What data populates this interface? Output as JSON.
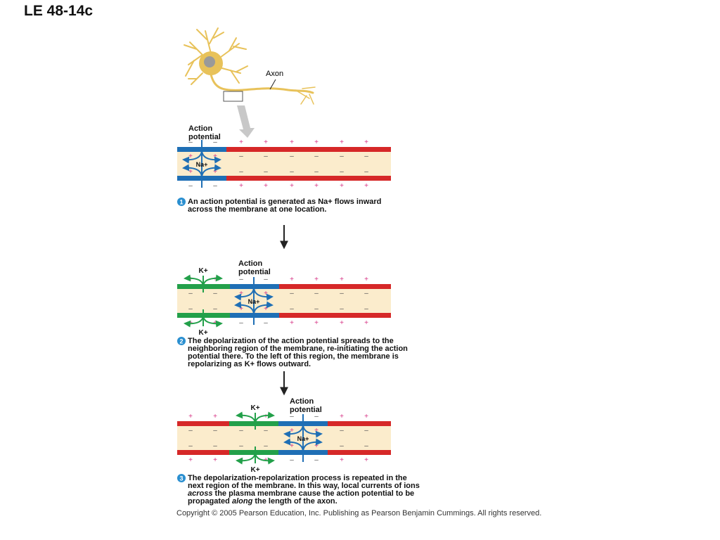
{
  "page_title": "LE 48-14c",
  "neuron_label": "Axon",
  "labels": {
    "action_potential_line1": "Action",
    "action_potential_line2": "potential",
    "sodium": "Na+",
    "potassium": "K+",
    "plus": "+",
    "minus": "–"
  },
  "steps": [
    {
      "number": "1",
      "text": "An action potential is generated as Na+ flows inward across the membrane at one location."
    },
    {
      "number": "2",
      "text": "The depolarization of the action potential spreads to the neighboring region of the membrane, re-initiating the action potential there. To the left of this region, the membrane is repolarizing as K+ flows outward."
    },
    {
      "number": "3",
      "text_parts": [
        "The depolarization-repolarization process is repeated in the next region of the membrane. In this way, local currents of ions ",
        "across",
        " the plasma membrane cause the action potential to be propagated ",
        "along",
        " the length of the axon."
      ]
    }
  ],
  "colors": {
    "resting_membrane": "#d62828",
    "depolarized_membrane": "#1f6fb5",
    "repolarizing_membrane": "#23a04a",
    "cytoplasm": "#fbeccc",
    "plus_sign": "#d63384",
    "minus_sign": "#555555",
    "neuron": "#e8c25a",
    "step_circle": "#2a8fd0"
  },
  "copyright": "Copyright © 2005 Pearson Education, Inc. Publishing as Pearson Benjamin Cummings. All rights reserved."
}
